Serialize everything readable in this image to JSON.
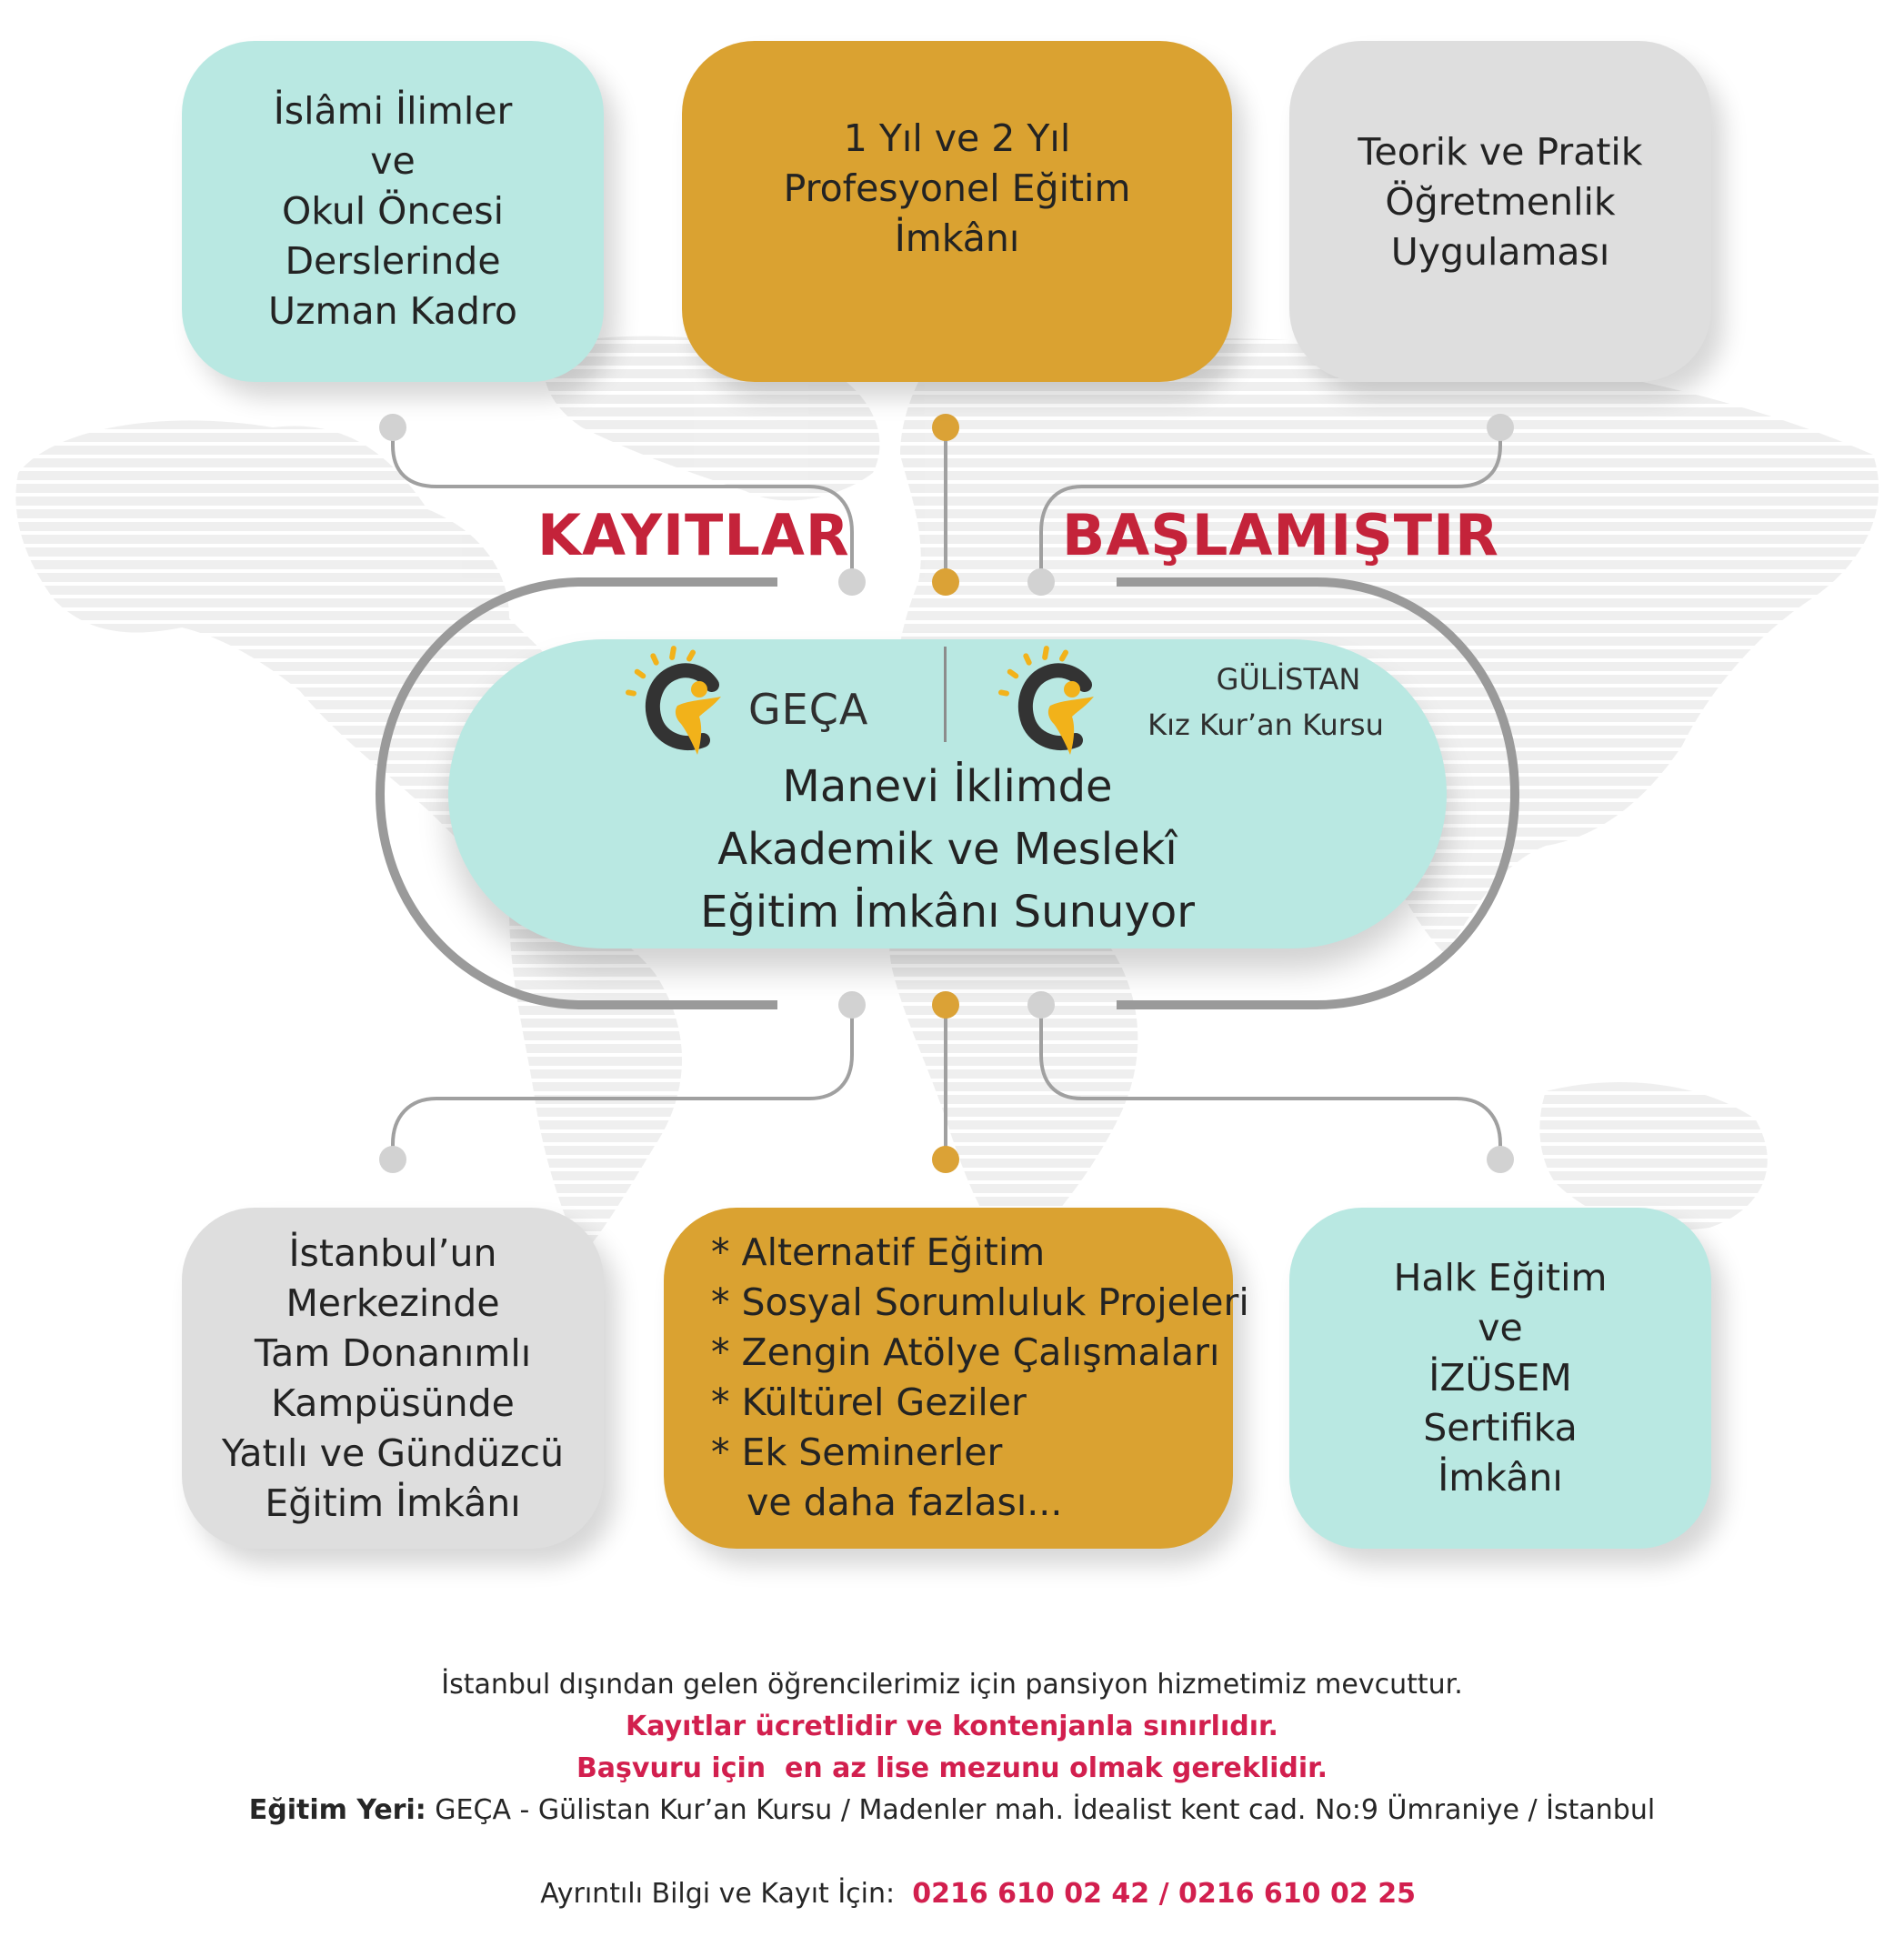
{
  "top_boxes": {
    "left": [
      "İslâmi İlimler",
      "ve",
      "Okul Öncesi",
      "Derslerinde",
      "Uzman Kadro"
    ],
    "center": [
      "1 Yıl ve 2 Yıl",
      "Profesyonel Eğitim",
      "İmkânı"
    ],
    "right": [
      "Teorik ve Pratik",
      "Öğretmenlik",
      "Uygulaması"
    ]
  },
  "headline": {
    "left": "KAYITLAR",
    "right": "BAŞLAMIŞTIR"
  },
  "center": {
    "logo_left": "GEÇA",
    "logo_right_name": "GÜLİSTAN",
    "logo_right_sub": "Kız Kur’an Kursu",
    "title": [
      "Manevi İklimde",
      "Akademik ve Meslekî",
      "Eğitim İmkânı Sunuyor"
    ]
  },
  "bottom_boxes": {
    "left": [
      "İstanbul’un Merkezinde",
      "Tam Donanımlı",
      "Kampüsünde",
      "Yatılı ve Gündüzcü",
      "Eğitim İmkânı"
    ],
    "center": [
      "* Alternatif Eğitim",
      "* Sosyal Sorumluluk Projeleri",
      "* Zengin Atölye Çalışmaları",
      "* Kültürel Geziler",
      "* Ek Seminerler",
      "   ve daha fazlası..."
    ],
    "right": [
      "Halk Eğitim",
      "ve",
      "İZÜSEM",
      "Sertifika",
      "İmkânı"
    ]
  },
  "footer": {
    "line1": "İstanbul dışından gelen öğrencilerimiz için pansiyon hizmetimiz mevcuttur.",
    "line2": "Kayıtlar ücretlidir ve kontenjanla sınırlıdır.",
    "line3": "Başvuru için  en az lise mezunu olmak gereklidir.",
    "place_label": "Eğitim Yeri:",
    "place_value": " GEÇA - Gülistan Kur’an Kursu / Madenler mah. İdealist kent cad. No:9 Ümraniye / İstanbul",
    "contact_label": "Ayrıntılı Bilgi ve Kayıt İçin:  ",
    "phones": "0216 610 02 42 / 0216 610 02 25"
  },
  "colors": {
    "teal": "#b9e8e2",
    "gold": "#daa231",
    "grey": "#dedede",
    "headline_red": "#c4233a",
    "footer_red": "#d21f4e",
    "connector_grey": "#9a9a9a",
    "dot_gold": "#dba236",
    "dot_grey": "#d2d2d2"
  }
}
